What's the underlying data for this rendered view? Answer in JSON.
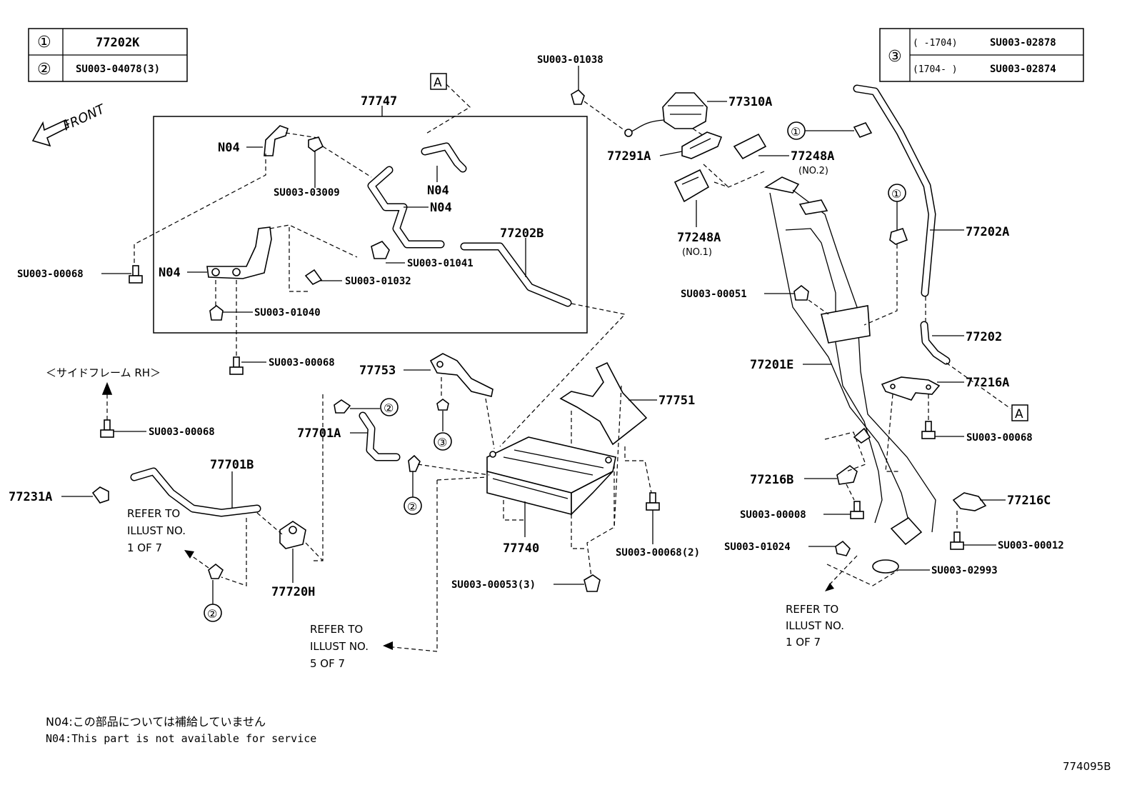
{
  "legend_left": {
    "rows": [
      {
        "num": "①",
        "part": "77202K"
      },
      {
        "num": "②",
        "part": "SU003-04078(3)"
      }
    ]
  },
  "legend_right": {
    "num": "③",
    "rows": [
      {
        "range": "(      -1704)",
        "part": "SU003-02878"
      },
      {
        "range": "(1704-      )",
        "part": "SU003-02874"
      }
    ]
  },
  "front_label": "FRONT",
  "labels": {
    "p77747": "77747",
    "ref_a_top": "A",
    "ref_a_right": "A",
    "n04_a": "N04",
    "n04_b": "N04",
    "n04_c": "N04",
    "n04_d": "N04",
    "su003_03009": "SU003-03009",
    "su003_01041": "SU003-01041",
    "su003_01032": "SU003-01032",
    "su003_01040": "SU003-01040",
    "su003_00068_a": "SU003-00068",
    "su003_00068_b": "SU003-00068",
    "su003_00068_c": "SU003-00068",
    "su003_00068_d": "SU003-00068",
    "p77202b": "77202B",
    "su003_01038": "SU003-01038",
    "p77310a": "77310A",
    "p77291a": "77291A",
    "p77248a_2": "77248A",
    "p77248a_2_sub": "(NO.2)",
    "p77248a_1": "77248A",
    "p77248a_1_sub": "(NO.1)",
    "su003_00051": "SU003-00051",
    "p77201e": "77201E",
    "p77202a": "77202A",
    "p77202": "77202",
    "p77216a": "77216A",
    "p77216b": "77216B",
    "p77216c": "77216C",
    "su003_00008": "SU003-00008",
    "su003_01024": "SU003-01024",
    "su003_00012": "SU003-00012",
    "su003_02993": "SU003-02993",
    "side_frame": "＜サイドフレーム RH＞",
    "p77753": "77753",
    "p77751": "77751",
    "p77701a": "77701A",
    "p77701b": "77701B",
    "p77231a": "77231A",
    "p77720h": "77720H",
    "p77740": "77740",
    "su003_00068_2": "SU003-00068(2)",
    "su003_00053_3": "SU003-00053(3)",
    "callout_1a": "①",
    "callout_1b": "①",
    "callout_2a": "②",
    "callout_2b": "②",
    "callout_2c": "②",
    "callout_3": "③"
  },
  "refer_notes": {
    "left": [
      "REFER TO",
      "ILLUST NO.",
      "1 OF 7"
    ],
    "middle": [
      "REFER TO",
      "ILLUST NO.",
      "5 OF 7"
    ],
    "right": [
      "REFER TO",
      "ILLUST NO.",
      "1 OF 7"
    ]
  },
  "footnotes": {
    "jp": "N04:この部品については補給していません",
    "en": "N04:This part is not available for service"
  },
  "diagram_id": "774095B"
}
